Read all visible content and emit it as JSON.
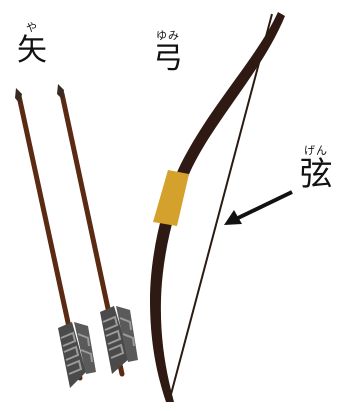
{
  "labels": {
    "arrow": {
      "ruby": "や",
      "kanji": "矢"
    },
    "bow": {
      "ruby": "ゆみ",
      "kanji": "弓"
    },
    "string": {
      "ruby": "げん",
      "kanji": "弦"
    }
  },
  "colors": {
    "arrow_shaft": "#5a2a12",
    "arrow_tip": "#3a2a22",
    "fletching_dark": "#4a4a4a",
    "fletching_light": "#8e8e8e",
    "bow_wood": "#2e1a12",
    "bow_grip": "#d4a12c",
    "bow_string": "#2a1a12",
    "pointer": "#111111"
  }
}
